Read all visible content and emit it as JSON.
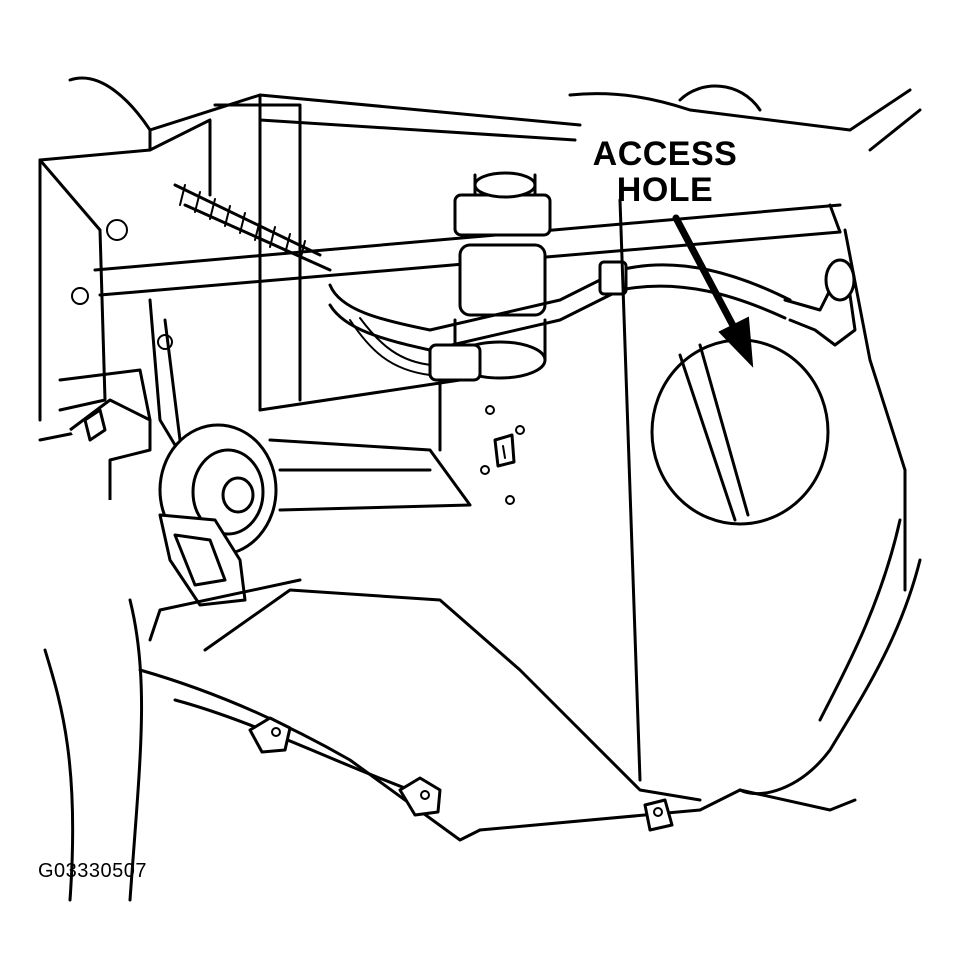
{
  "diagram": {
    "callout_line1": "ACCESS",
    "callout_line2": "HOLE",
    "figure_id": "G03330507",
    "ink_color": "#000000",
    "background_color": "#ffffff"
  }
}
